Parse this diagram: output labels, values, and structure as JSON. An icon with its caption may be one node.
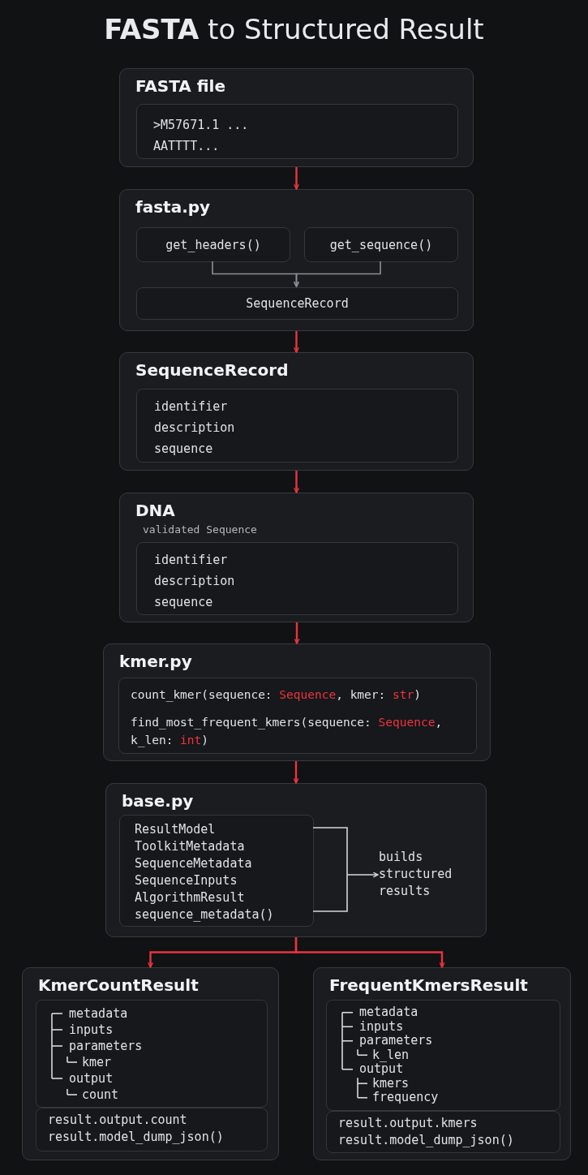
{
  "diagram": {
    "title": "**FASTA** to Structured Result",
    "nodes": [
      {
        "text": [
          "FASTA file"
        ]
      },
      {
        "text": [
          ">M57671.1 ...",
          "AATTTT..."
        ],
        "in": 0
      },
      {
        "text": [
          "fasta.py"
        ]
      },
      {
        "text": [
          "get_headers()"
        ],
        "in": 2
      },
      {
        "text": [
          "get_sequence()"
        ],
        "in": 2
      },
      {
        "text": [
          "SequenceRecord"
        ],
        "in": 2
      },
      {
        "text": [
          "SequenceRecord"
        ]
      },
      {
        "text": [
          "identifier",
          "description",
          "sequence"
        ],
        "in": 6
      },
      {
        "text": [
          "DNA",
          "validated Sequence"
        ]
      },
      {
        "text": [
          "identifier",
          "description",
          "sequence"
        ],
        "in": 8
      },
      {
        "text": [
          "kmer.py"
        ]
      },
      {
        "text": [
          "count_kmer(sequence: **Sequence**, kmer: **str**)",
          "find_most_frequent_kmers(sequence: **Sequence**, k_len: **int**)"
        ],
        "in": 10
      },
      {
        "text": [
          "base.py"
        ]
      },
      {
        "text": [
          "ResultModel",
          "ToolkitMetadata",
          "SequenceMetadata",
          "SequenceInputs",
          "AlgorithmResult",
          "sequence_metadata()"
        ],
        "in": 12
      },
      {
        "text": [
          "builds structured results"
        ],
        "in": 12
      },
      {
        "text": [
          "KmerCountResult"
        ]
      },
      {
        "text": [
          "metadata",
          "inputs",
          "parameters",
          "kmer",
          "output",
          "count"
        ],
        "in": 15
      },
      {
        "text": [
          "result.output.count",
          "result.model_dump_json()"
        ],
        "in": 15
      },
      {
        "text": [
          "FrequentKmersResult"
        ]
      },
      {
        "text": [
          "metadata",
          "inputs",
          "parameters",
          "k_len",
          "output",
          "kmers",
          "frequency"
        ],
        "in": 18
      },
      {
        "text": [
          "result.output.kmers",
          "result.model_dump_json()"
        ],
        "in": 18
      }
    ],
    "edges": [
      {
        "from": 0,
        "to": 2,
        "arrow": "to"
      },
      {
        "from": 3,
        "to": 5,
        "arrow": "to",
        "color": "#8a8f96"
      },
      {
        "from": 4,
        "to": 5,
        "arrow": "to",
        "color": "#8a8f96"
      },
      {
        "from": 2,
        "to": 6,
        "arrow": "to"
      },
      {
        "from": 6,
        "to": 8,
        "arrow": "to"
      },
      {
        "from": 8,
        "to": 10,
        "arrow": "to"
      },
      {
        "from": 10,
        "to": 12,
        "arrow": "to"
      },
      {
        "from": 13,
        "to": 14,
        "arrow": "to",
        "color": "#d4d6da"
      },
      {
        "from": 12,
        "to": 15,
        "arrow": "to"
      },
      {
        "from": 12,
        "to": 18,
        "arrow": "to"
      }
    ]
  }
}
